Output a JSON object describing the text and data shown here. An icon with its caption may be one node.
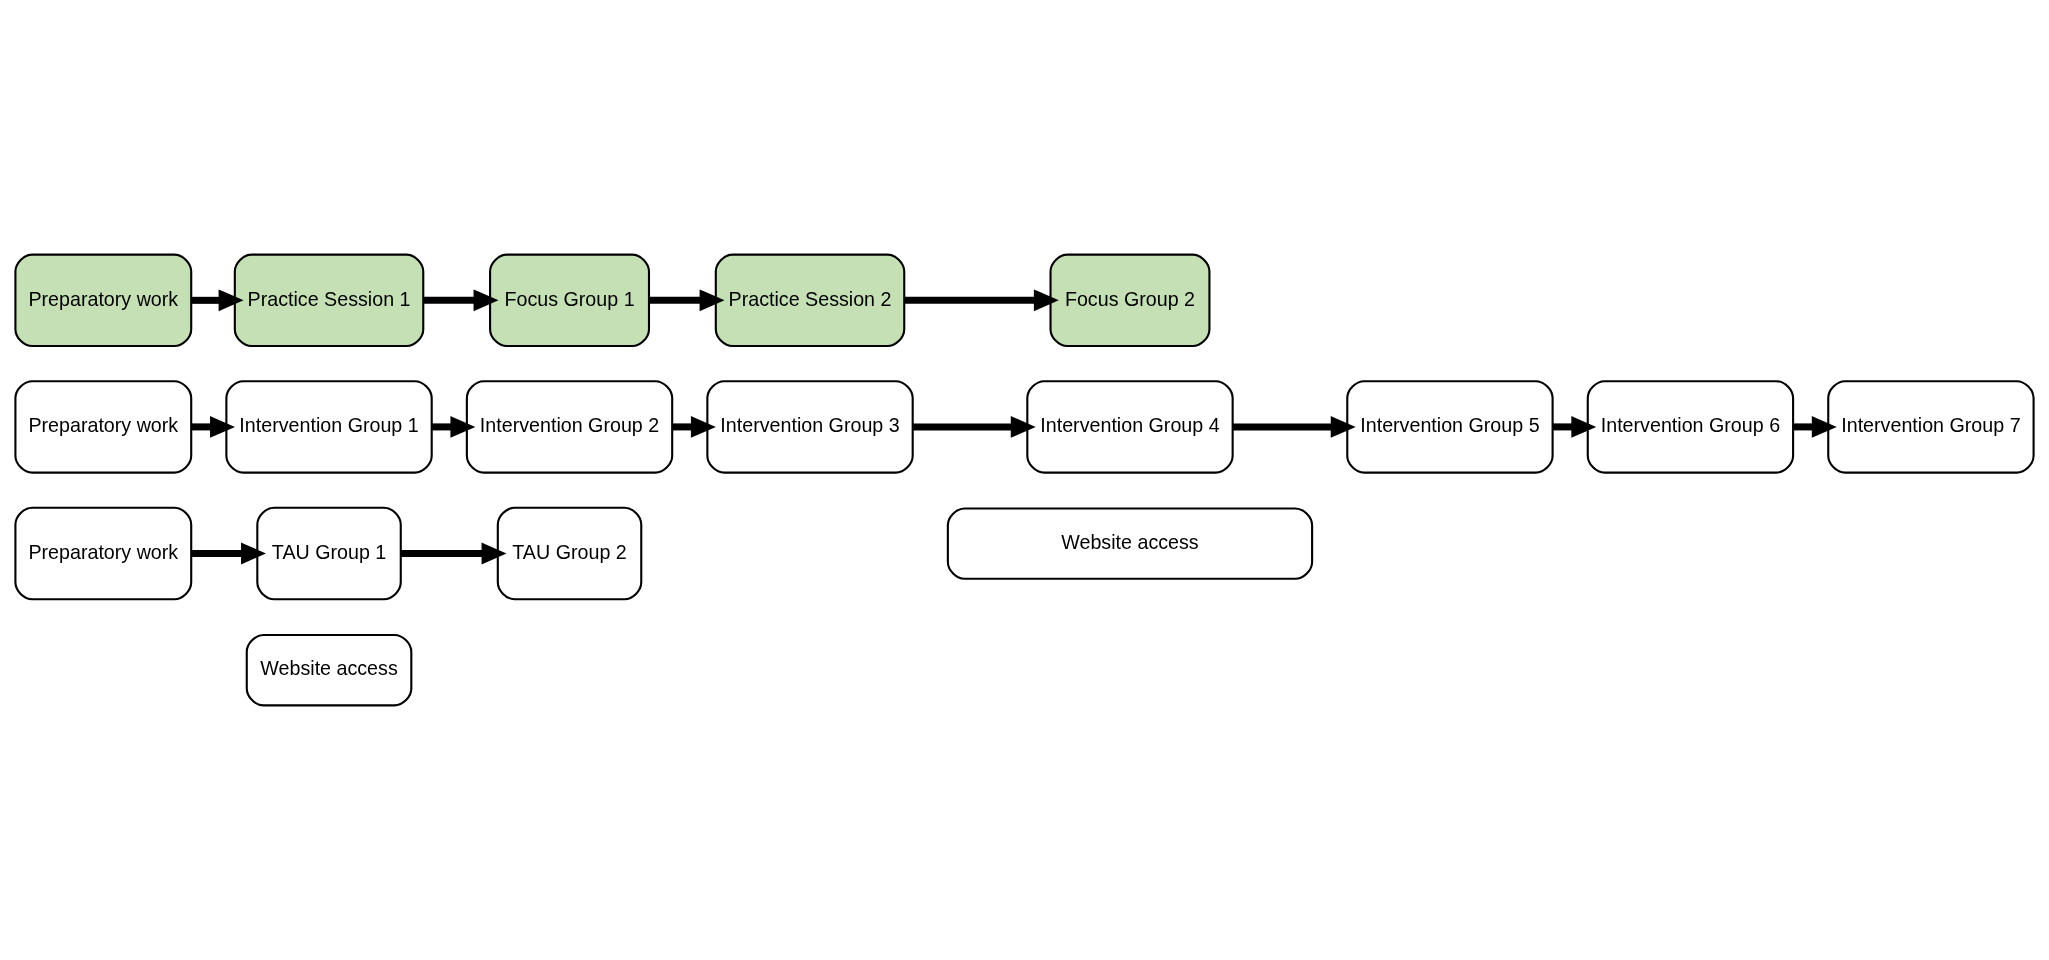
{
  "diagram": {
    "nodes": [
      {
        "text": [
          "Preparatory work"
        ]
      },
      {
        "text": [
          "Practice Session 1"
        ]
      },
      {
        "text": [
          "Focus Group 1"
        ]
      },
      {
        "text": [
          "Practice Session 2"
        ]
      },
      {
        "text": [
          "Focus Group 2"
        ]
      },
      {
        "text": [
          "Preparatory work"
        ]
      },
      {
        "text": [
          "Intervention Group 1"
        ]
      },
      {
        "text": [
          "Intervention Group 2"
        ]
      },
      {
        "text": [
          "Intervention Group 3"
        ]
      },
      {
        "text": [
          "Intervention Group 4"
        ]
      },
      {
        "text": [
          "Intervention Group 5"
        ]
      },
      {
        "text": [
          "Intervention Group 6"
        ]
      },
      {
        "text": [
          "Intervention Group 7"
        ]
      },
      {
        "text": [
          "Website access"
        ]
      },
      {
        "text": [
          "Preparatory work"
        ]
      },
      {
        "text": [
          "TAU Group 1"
        ]
      },
      {
        "text": [
          "TAU Group 2"
        ]
      },
      {
        "text": [
          "Website access"
        ]
      }
    ],
    "edges": [
      {
        "from": 0,
        "to": 1,
        "arrow": "to"
      },
      {
        "from": 1,
        "to": 2,
        "arrow": "to"
      },
      {
        "from": 2,
        "to": 3,
        "arrow": "to"
      },
      {
        "from": 3,
        "to": 4,
        "arrow": "to"
      },
      {
        "from": 5,
        "to": 6,
        "arrow": "to"
      },
      {
        "from": 6,
        "to": 7,
        "arrow": "to"
      },
      {
        "from": 7,
        "to": 8,
        "arrow": "to"
      },
      {
        "from": 8,
        "to": 9,
        "arrow": "to"
      },
      {
        "from": 9,
        "to": 10,
        "arrow": "to"
      },
      {
        "from": 10,
        "to": 11,
        "arrow": "to"
      },
      {
        "from": 11,
        "to": 12,
        "arrow": "to"
      },
      {
        "from": 14,
        "to": 15,
        "arrow": "to"
      },
      {
        "from": 15,
        "to": 16,
        "arrow": "to"
      }
    ]
  }
}
